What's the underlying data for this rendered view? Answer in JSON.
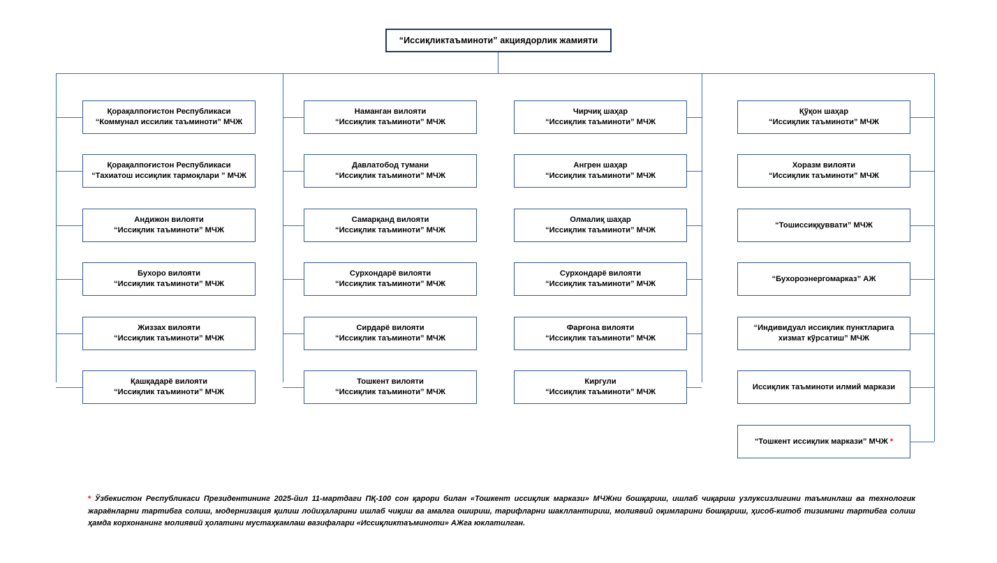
{
  "root": {
    "label": "“Иссиқликтаъминоти” акциядорлик жамияти"
  },
  "columns": [
    {
      "id": "column-1",
      "side": "left",
      "nodes": [
        {
          "line1": "Қорақалпоғистон Республикаси",
          "line2": "“Коммунал иссилик таъминоти” МЧЖ"
        },
        {
          "line1": "Қорақалпоғистон Республикаси",
          "line2": "“Тахиатош иссиқлик тармоқлари ” МЧЖ"
        },
        {
          "line1": "Андижон вилояти",
          "line2": "“Иссиқлик таъминоти” МЧЖ"
        },
        {
          "line1": "Бухоро вилояти",
          "line2": "“Иссиқлик таъминоти” МЧЖ"
        },
        {
          "line1": "Жиззах вилояти",
          "line2": "“Иссиқлик таъминоти” МЧЖ"
        },
        {
          "line1": "Қашқадарё вилояти",
          "line2": "“Иссиқлик таъминоти” МЧЖ"
        }
      ]
    },
    {
      "id": "column-2",
      "side": "left",
      "nodes": [
        {
          "line1": "Наманган вилояти",
          "line2": "“Иссиқлик таъминоти” МЧЖ"
        },
        {
          "line1": "Давлатобод тумани",
          "line2": "“Иссиқлик таъминоти” МЧЖ"
        },
        {
          "line1": "Самарқанд вилояти",
          "line2": "“Иссиқлик таъминоти” МЧЖ"
        },
        {
          "line1": "Сурхондарё вилояти",
          "line2": "“Иссиқлик таъминоти” МЧЖ"
        },
        {
          "line1": "Сирдарё вилояти",
          "line2": "“Иссиқлик таъминоти” МЧЖ"
        },
        {
          "line1": "Тошкент вилояти",
          "line2": "“Иссиқлик таъминоти” МЧЖ"
        }
      ]
    },
    {
      "id": "column-3",
      "side": "right",
      "nodes": [
        {
          "line1": "Чирчиқ шаҳар",
          "line2": "“Иссиқлик таъминоти” МЧЖ"
        },
        {
          "line1": "Ангрен шаҳар",
          "line2": "“Иссиқлик таъминоти” МЧЖ"
        },
        {
          "line1": "Олмалиқ шаҳар",
          "line2": "“Иссиқлик таъминоти” МЧЖ"
        },
        {
          "line1": "Сурхондарё вилояти",
          "line2": "“Иссиқлик таъминоти” МЧЖ"
        },
        {
          "line1": "Фарғона вилояти",
          "line2": "“Иссиқлик таъминоти” МЧЖ"
        },
        {
          "line1": "Киргули",
          "line2": "“Иссиқлик таъминоти” МЧЖ"
        }
      ]
    },
    {
      "id": "column-4",
      "side": "right",
      "nodes": [
        {
          "line1": "Қўқон шаҳар",
          "line2": "“Иссиқлик таъминоти” МЧЖ"
        },
        {
          "line1": "Хоразм вилояти",
          "line2": "“Иссиқлик таъминоти” МЧЖ"
        },
        {
          "line1": "“Тошиссиққуввати” МЧЖ",
          "line2": ""
        },
        {
          "line1": "“Бухороэнергомарказ” АЖ",
          "line2": ""
        },
        {
          "line1": "“Индивидуал иссиқлик пунктларига",
          "line2": "хизмат кўрсатиш” МЧЖ"
        },
        {
          "line1": "Иссиқлик таъминоти илмий маркази",
          "line2": ""
        },
        {
          "line1": "“Тошкент иссиқлик маркази” МЧЖ",
          "line2": "",
          "asterisk": "*"
        }
      ]
    }
  ],
  "footnote": {
    "asterisk": "*",
    "text": " Ўзбекистон Республикаси Президентининг 2025-йил 11-мартдаги ПҚ-100 сон қарори билан «Тошкент иссиқлик маркази» МЧЖни бошқариш, ишлаб чиқариш узлуксизлигини таъминлаш ва технологик жараёнларни тартибга солиш, модернизация қилиш лойиҳаларини ишлаб чиқиш ва амалга ошириш, тарифларни шакллантириш, молиявий оқимларини бошқариш, ҳисоб-китоб тизимини тартибга солиш ҳамда корхонанинг молиявий ҳолатини мустаҳкамлаш вазифалари «Иссиқликтаъминоти» АЖга юклатилган."
  },
  "colors": {
    "root_border": "#1f3864",
    "node_border": "#2e5795",
    "connector": "#3d6cb9",
    "asterisk": "#ff0000",
    "background": "#ffffff",
    "text": "#000000"
  }
}
